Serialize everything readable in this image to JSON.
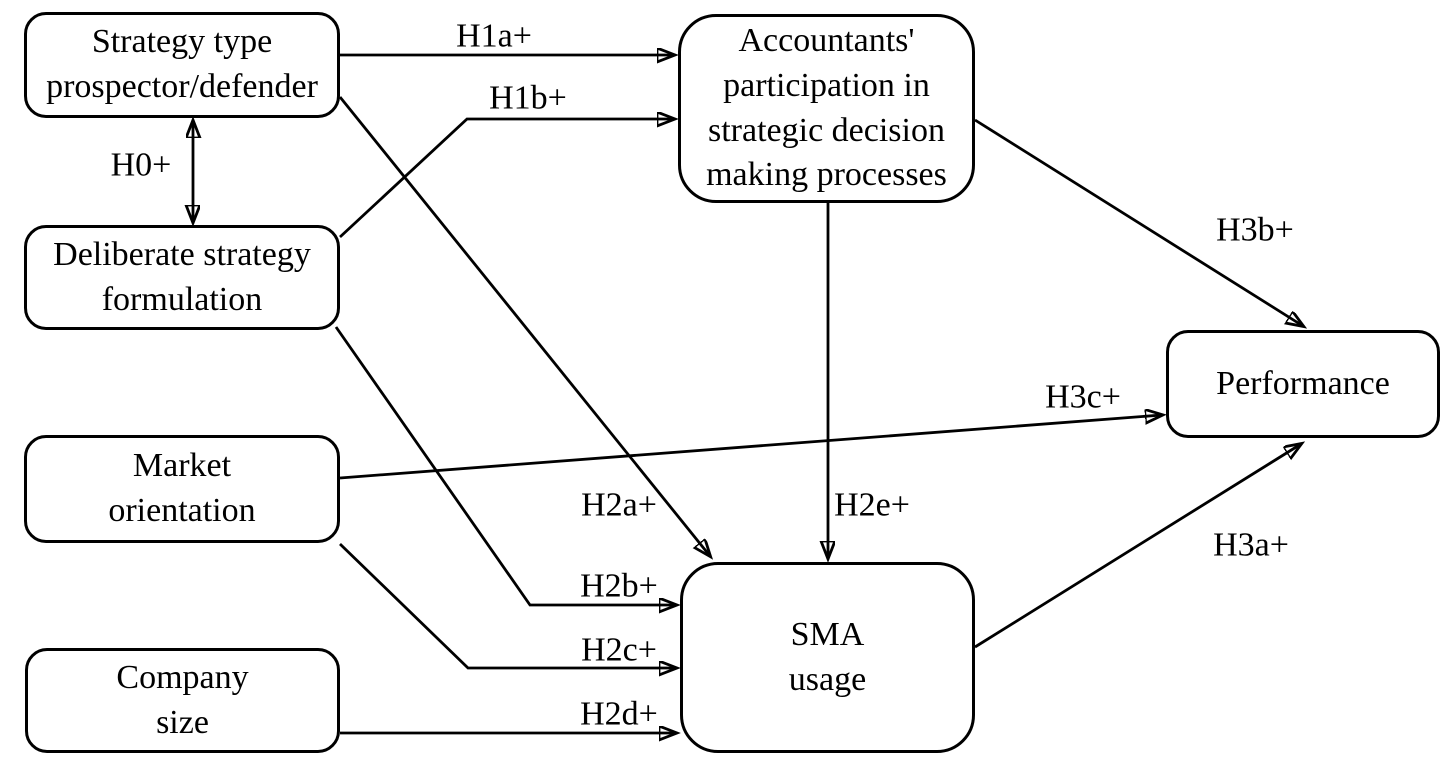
{
  "figure": {
    "type": "hypothesis-path-diagram",
    "background_color": "#ffffff",
    "line_color": "#000000",
    "box_fill_color": "#ffffff",
    "text_color": "#000000"
  },
  "nodes": [
    {
      "id": "strategy-type",
      "label": "Strategy type\nprospector/defender"
    },
    {
      "id": "deliberate-strategy",
      "label": "Deliberate strategy\nformulation"
    },
    {
      "id": "market-orientation",
      "label": "Market\norientation"
    },
    {
      "id": "company-size",
      "label": "Company\nsize"
    },
    {
      "id": "accountants-participation",
      "label": "Accountants'\nparticipation in\nstrategic decision\nmaking processes"
    },
    {
      "id": "sma-usage",
      "label": "SMA\nusage"
    },
    {
      "id": "performance",
      "label": "Performance"
    }
  ],
  "edges": [
    {
      "id": "h0",
      "label": "H0+",
      "from": "strategy-type",
      "to": "deliberate-strategy",
      "style": "bidirectional"
    },
    {
      "id": "h1a",
      "label": "H1a+",
      "from": "strategy-type",
      "to": "accountants-participation",
      "style": "directed"
    },
    {
      "id": "h1b",
      "label": "H1b+",
      "from": "deliberate-strategy",
      "to": "accountants-participation",
      "style": "directed"
    },
    {
      "id": "h2a",
      "label": "H2a+",
      "from": "strategy-type",
      "to": "sma-usage",
      "style": "directed"
    },
    {
      "id": "h2b",
      "label": "H2b+",
      "from": "deliberate-strategy",
      "to": "sma-usage",
      "style": "directed"
    },
    {
      "id": "h2c",
      "label": "H2c+",
      "from": "market-orientation",
      "to": "sma-usage",
      "style": "directed"
    },
    {
      "id": "h2d",
      "label": "H2d+",
      "from": "company-size",
      "to": "sma-usage",
      "style": "directed"
    },
    {
      "id": "h2e",
      "label": "H2e+",
      "from": "accountants-participation",
      "to": "sma-usage",
      "style": "directed"
    },
    {
      "id": "h3a",
      "label": "H3a+",
      "from": "sma-usage",
      "to": "performance",
      "style": "directed"
    },
    {
      "id": "h3b",
      "label": "H3b+",
      "from": "accountants-participation",
      "to": "performance",
      "style": "directed"
    },
    {
      "id": "h3c",
      "label": "H3c+",
      "from": "market-orientation",
      "to": "performance",
      "style": "directed"
    }
  ]
}
